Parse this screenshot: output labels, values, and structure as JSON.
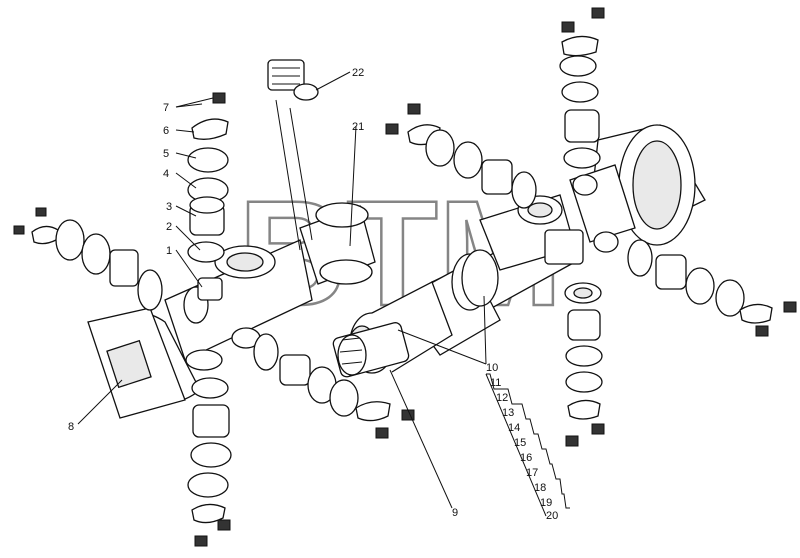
{
  "watermark": "BTM",
  "callouts": [
    "1",
    "2",
    "3",
    "4",
    "5",
    "6",
    "7",
    "8",
    "9",
    "10",
    "11",
    "12",
    "13",
    "14",
    "15",
    "16",
    "17",
    "18",
    "19",
    "20",
    "21",
    "22"
  ]
}
